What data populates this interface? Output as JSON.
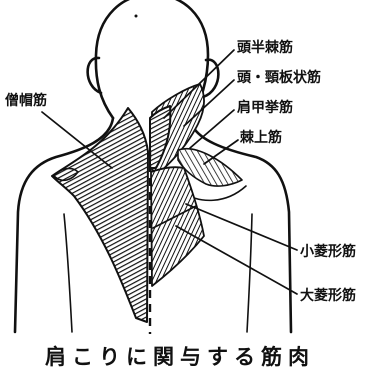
{
  "labels": {
    "semispinalis": "頭半棘筋",
    "splenius": "頭・頸板状筋",
    "levator": "肩甲挙筋",
    "supraspinatus": "棘上筋",
    "trapezius": "僧帽筋",
    "rhomboid_minor": "小菱形筋",
    "rhomboid_major": "大菱形筋"
  },
  "caption": "肩こりに関与する筋肉",
  "colors": {
    "ink": "#111111",
    "paper": "#ffffff"
  }
}
